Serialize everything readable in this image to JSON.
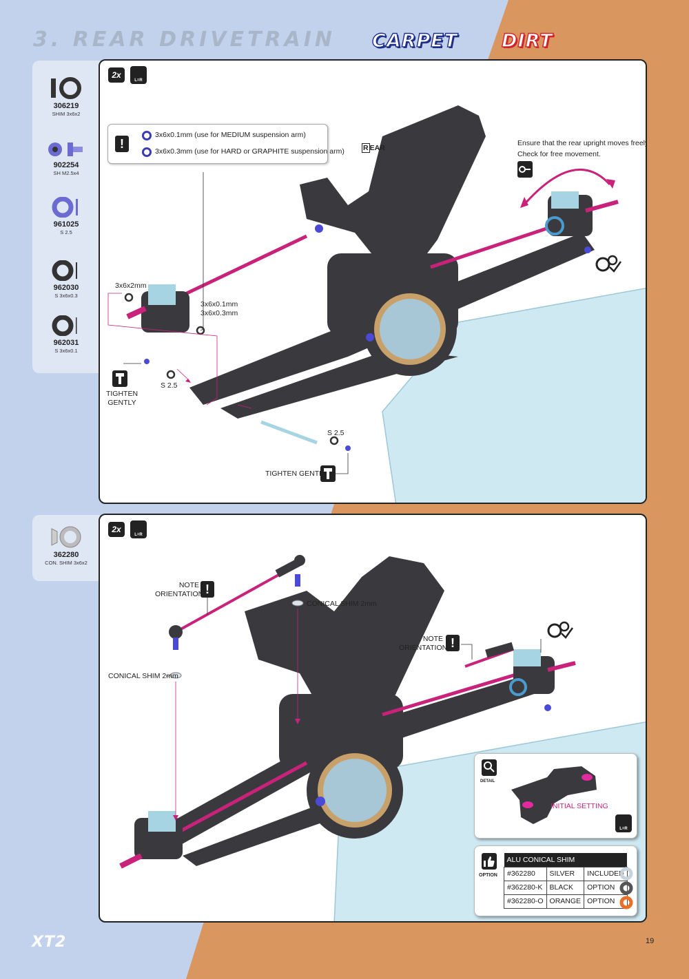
{
  "header": {
    "section_title": "3. REAR DRIVETRAIN",
    "badge_carpet": "CARPET",
    "badge_dirt": "DIRT"
  },
  "parts_step1": [
    {
      "code": "306219",
      "name": "SHIM 3x6x2",
      "icon": "shim-icon"
    },
    {
      "code": "902254",
      "name": "SH M2.5x4",
      "icon": "screw-icon"
    },
    {
      "code": "961025",
      "name": "S 2.5",
      "icon": "washer-icon"
    },
    {
      "code": "962030",
      "name": "S 3x6x0.3",
      "icon": "washer-icon"
    },
    {
      "code": "962031",
      "name": "S 3x6x0.1",
      "icon": "washer-icon"
    }
  ],
  "parts_step2": [
    {
      "code": "362280",
      "name": "CON. SHIM 3x6x2",
      "icon": "conical-shim-icon"
    }
  ],
  "step1": {
    "qty": "2x",
    "lr_label": "L=R",
    "note_line1": "3x6x0.1mm (use for MEDIUM suspension arm)",
    "note_line2": "3x6x0.3mm (use for HARD or GRAPHITE suspension arm)",
    "rear_label": "REAR",
    "rear_initial": "R",
    "rear_rest": "EAR",
    "check_line1": "Ensure that the rear upright moves freely.",
    "check_line2": "Check for free movement.",
    "shim_label": "3x6x2mm",
    "washer_label1": "3x6x0.1mm",
    "washer_label2": "3x6x0.3mm",
    "s25_label_a": "S 2.5",
    "s25_label_b": "S 2.5",
    "tighten_gently_a1": "TIGHTEN",
    "tighten_gently_a2": "GENTLY",
    "tighten_gently_b": "TIGHTEN GENTLY"
  },
  "step2": {
    "qty": "2x",
    "lr_label": "L=R",
    "note_orientation_a1": "NOTE",
    "note_orientation_a2": "ORIENTATION",
    "note_orientation_b1": "NOTE",
    "note_orientation_b2": "ORIENTATION",
    "conical_shim_a": "CONICAL SHIM 2mm",
    "conical_shim_b": "CONICAL SHIM 2mm",
    "detail_label": "DETAIL",
    "initial_setting": "INITIAL SETTING",
    "detail_lr": "L=R",
    "option_label": "OPTION",
    "option_table": {
      "title": "ALU CONICAL SHIM",
      "rows": [
        {
          "part": "#362280",
          "color": "SILVER",
          "status": "INCLUDED",
          "swatch": "#c9d3dc"
        },
        {
          "part": "#362280-K",
          "color": "BLACK",
          "status": "OPTION",
          "swatch": "#555555"
        },
        {
          "part": "#362280-O",
          "color": "ORANGE",
          "status": "OPTION",
          "swatch": "#e8702a"
        }
      ]
    }
  },
  "footer": {
    "logo": "XT2",
    "page_number": "19"
  },
  "colors": {
    "blue_bg": "#c3d2ec",
    "orange_bg": "#d9975f",
    "panel": "#dfe6f4",
    "chassis": "#3a3a3e",
    "chassis_plate": "#cfe9f3",
    "magenta": "#c8227a",
    "light_blue_part": "#a7d4e2",
    "anodized_blue": "#4a4ad6"
  }
}
